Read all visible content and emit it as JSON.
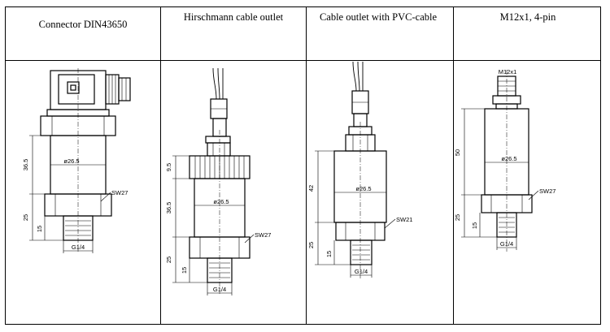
{
  "columns": [
    {
      "header": "Connector DIN43650"
    },
    {
      "header": "Hirschmann cable outlet"
    },
    {
      "header": "Cable outlet with PVC-cable"
    },
    {
      "header": "M12x1, 4-pin"
    }
  ],
  "labels": {
    "diameter": "ø26.5",
    "wrench": "SW27",
    "wrench_pvc": "SW21",
    "thread": "G1/4",
    "m12": "M12x1",
    "d36_5": "36.5",
    "d25": "25",
    "d15": "15",
    "d9_5": "9.5",
    "d42": "42",
    "d50": "50"
  }
}
